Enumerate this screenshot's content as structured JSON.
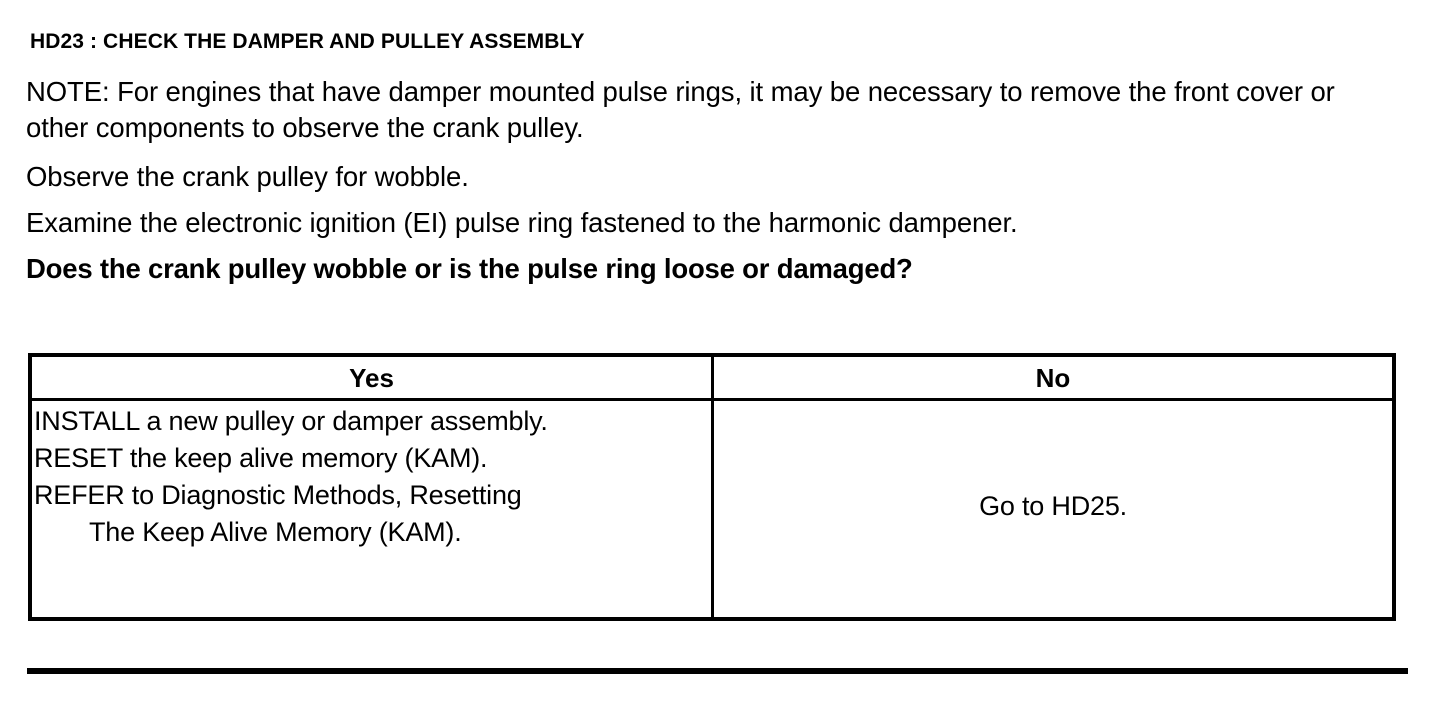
{
  "document": {
    "title": "HD23 : CHECK THE DAMPER AND PULLEY ASSEMBLY",
    "paragraphs": [
      "NOTE: For engines that have damper mounted pulse rings, it may be necessary to remove the front cover or other components to observe the crank pulley.",
      "Observe the crank pulley for wobble.",
      "Examine the electronic ignition (EI) pulse ring fastened to the harmonic dampener."
    ],
    "question": "Does the crank pulley wobble or is the pulse ring loose or damaged?"
  },
  "decision_table": {
    "headers": {
      "yes": "Yes",
      "no": "No"
    },
    "yes_actions": [
      "INSTALL a new pulley or damper assembly.",
      "RESET the keep alive memory (KAM).",
      "REFER to Diagnostic Methods, Resetting",
      "The Keep Alive Memory (KAM)."
    ],
    "no_action": "Go to HD25."
  },
  "colors": {
    "ink": "#000000",
    "paper": "#ffffff"
  }
}
